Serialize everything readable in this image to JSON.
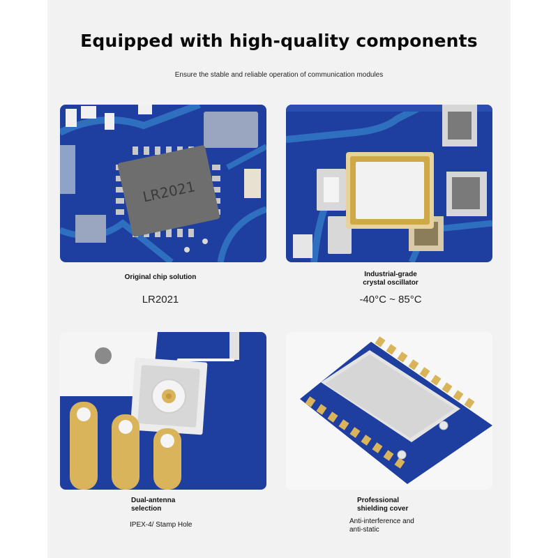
{
  "header": {
    "title": "Equipped with high-quality components",
    "subtitle": "Ensure the stable and reliable operation of communication modules"
  },
  "features": [
    {
      "caption": "Original chip solution",
      "value": "LR2021",
      "chip_marking": "LR2021"
    },
    {
      "caption_line1": "Industrial-grade",
      "caption_line2": "crystal oscillator",
      "value": "-40°C ~ 85°C"
    },
    {
      "caption_line1": "Dual-antenna",
      "caption_line2": "selection",
      "value": "IPEX-4/ Stamp Hole"
    },
    {
      "caption_line1": "Professional",
      "caption_line2": "shielding cover",
      "value_line1": "Anti-interference and",
      "value_line2": "anti-static"
    }
  ],
  "colors": {
    "pcb_blue": "#1f3fa0",
    "trace_blue": "#2f6fc0",
    "gold": "#d9b45a",
    "chip_gray": "#6e6e6e",
    "panel_bg": "#f2f2f2"
  }
}
